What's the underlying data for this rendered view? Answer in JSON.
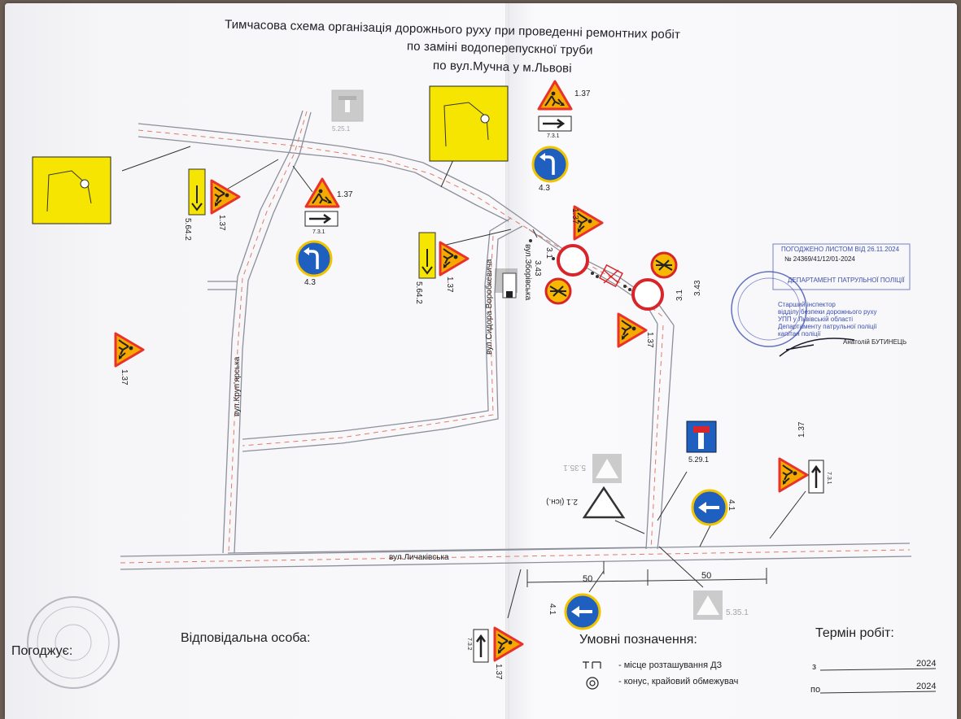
{
  "title": {
    "line1": "Тимчасова схема організація дорожнього руху при проведенні ремонтних робіт",
    "line2": "по заміні водоперепускної труби",
    "line3": "по вул.Мучна у м.Львові"
  },
  "streets": {
    "kruphyrska": "вул.Круп'ярська",
    "sydora": "вул.Сидора Воробкевича",
    "zborivska": "вул.Зборівська",
    "lychakivska": "вул.Личаківська"
  },
  "signs": {
    "s137": "1.37",
    "s731": "7.3.1",
    "s43": "4.3",
    "s5642": "5.64.2",
    "s5251": "5.25.1",
    "s31": "3.1",
    "s343": "3.43",
    "s5291": "5.29.1",
    "s5351": "5.35.1",
    "s21": "2.1 (існ.)",
    "s41": "4.1",
    "s732": "7.3.2"
  },
  "dimensions": {
    "d1": "50",
    "d2": "50"
  },
  "footer": {
    "pogodzhue": "Погоджує:",
    "responsible": "Відповідальна особа:",
    "legend_title": "Умовні позначення:",
    "legend_item1": "- місце розташування ДЗ",
    "legend_item2": "- конус, крайовий обмежувач",
    "term_title": "Термін робіт:",
    "from_label": "з",
    "from_year": "2024",
    "to_label": "по",
    "to_year": "2024"
  },
  "stamp": {
    "header": "ПОГОДЖЕНО ЛИСТОМ ВІД 26.11.2024",
    "number": "№ 24369/41/12/01-2024",
    "dept": "ДЕПАРТАМЕНТ ПАТРУЛЬНОЇ ПОЛІЦІЇ",
    "line1": "Старший інспектор",
    "line2": "відділу безпеки дорожнього руху",
    "line3": "УПП у Львівській області",
    "line4": "Департаменту патрульної поліції",
    "line5": "капітан поліції",
    "name": "Анатолій БУТИНЕЦЬ"
  },
  "colors": {
    "road": "#8d8f9a",
    "road_center": "#e07a6a",
    "warning_orange": "#f2a000",
    "mandatory_blue": "#1f5fbf",
    "prohibit_red": "#d7262b",
    "yellow_board": "#f6e500",
    "stamp_blue": "#3c4fb0"
  },
  "icons": {
    "roadworks": "roadworks-warning-icon",
    "turn_left": "turn-left-mandatory-icon",
    "straight_left": "left-direction-mandatory-icon",
    "no_entry": "no-entry-icon",
    "dead_end": "dead-end-icon",
    "yield": "yield-triangle-icon",
    "crosswalk": "pedestrian-crossing-icon"
  }
}
